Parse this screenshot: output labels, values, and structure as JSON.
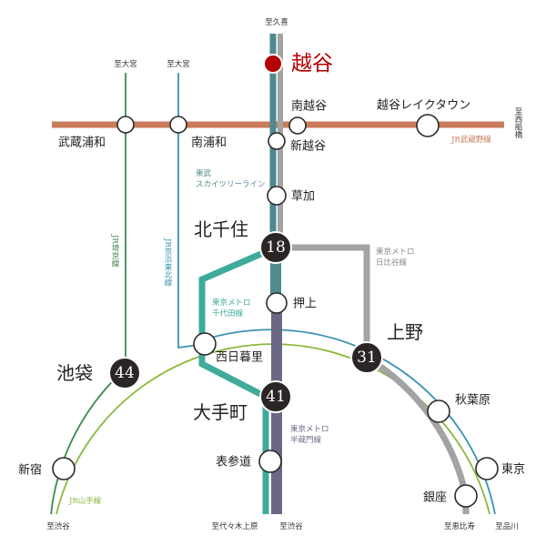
{
  "colors": {
    "musashino": "#c97a5a",
    "saikyo": "#3d8a50",
    "keihin": "#3a93b0",
    "yamanote": "#8ab83e",
    "tobu": "#4e8a8f",
    "hibiya": "#a3a3a3",
    "chiyoda": "#3fab9c",
    "hanzomon": "#6b6886",
    "highlight": "#b30000"
  },
  "highlight_station": "越谷",
  "hubs": {
    "kitasenju": {
      "name": "北千住",
      "num": "18"
    },
    "ueno": {
      "name": "上野",
      "num": "31"
    },
    "ikebukuro": {
      "name": "池袋",
      "num": "44"
    },
    "otemachi": {
      "name": "大手町",
      "num": "41"
    }
  },
  "stations": {
    "minamikoshigaya": "南越谷",
    "shinkoshigaya": "新越谷",
    "laketown": "越谷レイクタウン",
    "musashiurawa": "武蔵浦和",
    "minamiurawa": "南浦和",
    "soka": "草加",
    "oshiage": "押上",
    "nishinippori": "西日暮里",
    "omotesando": "表参道",
    "akihabara": "秋葉原",
    "tokyo": "東京",
    "ginza": "銀座",
    "shinjuku": "新宿"
  },
  "lines": {
    "tobu": [
      "東武",
      "スカイツリーライン"
    ],
    "hibiya": [
      "東京メトロ",
      "日比谷線"
    ],
    "chiyoda": [
      "東京メトロ",
      "千代田線"
    ],
    "hanzomon": [
      "東京メトロ",
      "半蔵門線"
    ],
    "musashino": "JR武蔵野線",
    "yamanote": "JR山手線",
    "saikyo": "JR埼京線",
    "keihin": "JR京浜東北線"
  },
  "destinations": {
    "kuki": "至久喜",
    "omiya1": "至大宮",
    "omiya2": "至大宮",
    "nishifunabashi": "至西船橋",
    "shibuya1": "至渋谷",
    "yoyogiuehara": "至代々木上原",
    "shibuya2": "至渋谷",
    "ebisu": "至恵比寿",
    "shinagawa": "至品川"
  }
}
